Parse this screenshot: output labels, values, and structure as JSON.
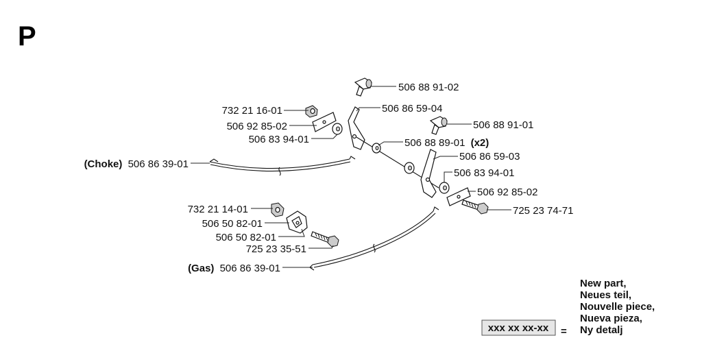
{
  "section": "P",
  "parts": {
    "p1": "506 88 91-02",
    "p2": "506 86 59-04",
    "p3": "732 21 16-01",
    "p4": "506 88 91-01",
    "p5": "506 92 85-02",
    "p6": "506 83 94-01",
    "p7": "506 88 89-01",
    "p7_qty": "(x2)",
    "p8": "506 86 59-03",
    "p9_prefix": "(Choke)",
    "p9": "506 86 39-01",
    "p10": "506 83 94-01",
    "p11": "506 92 85-02",
    "p12": "725 23 74-71",
    "p13": "732 21 14-01",
    "p14": "506 50 82-01",
    "p15": "506 50 82-01",
    "p16": "725 23 35-51",
    "p17_prefix": "(Gas)",
    "p17": "506 86 39-01"
  },
  "legend": {
    "sample": "xxx xx xx-xx",
    "equals": "=",
    "lines": [
      "New part,",
      "Neues teil,",
      "Nouvelle piece,",
      "Nueva pieza,",
      "Ny detalj"
    ]
  }
}
